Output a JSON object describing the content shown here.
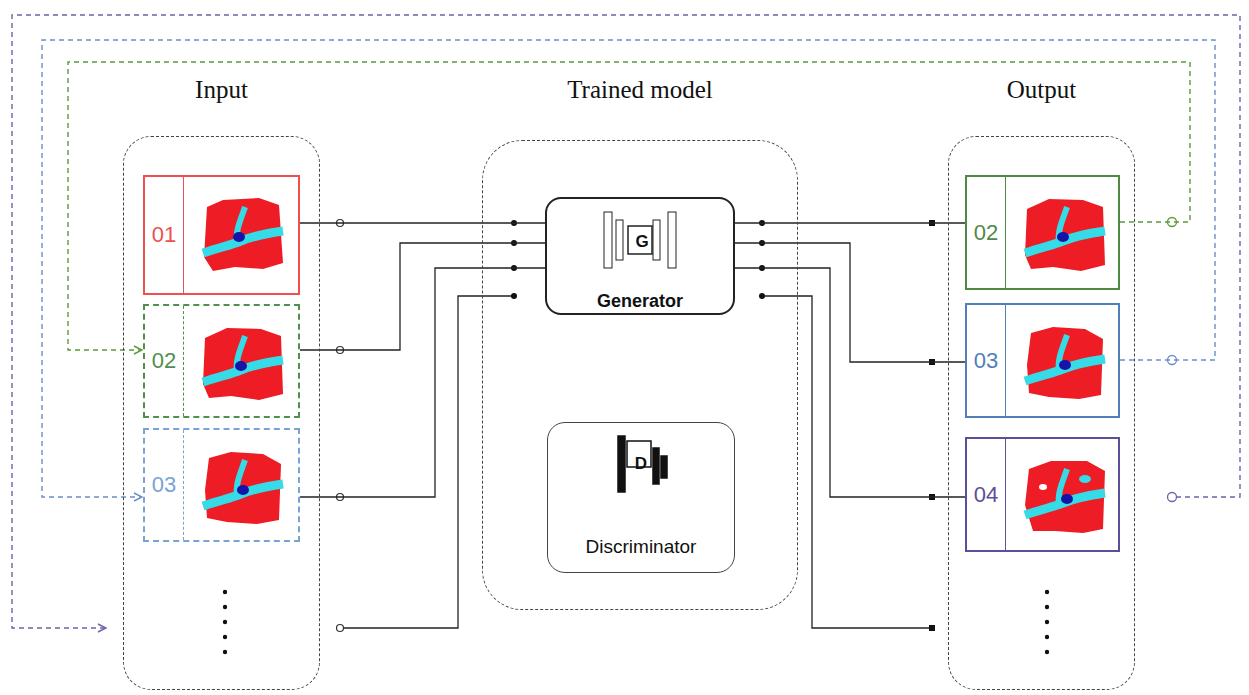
{
  "diagram": {
    "nodes": [
      {
        "text": [
          "Input"
        ]
      },
      {
        "text": [
          "01"
        ],
        "in": 0
      },
      {
        "text": [
          "02"
        ],
        "in": 0
      },
      {
        "text": [
          "03"
        ],
        "in": 0
      },
      {
        "text": [
          "Trained model"
        ]
      },
      {
        "text": [
          "G",
          "Generator"
        ],
        "in": 4
      },
      {
        "text": [
          "D",
          "Discriminator"
        ],
        "in": 4
      },
      {
        "text": [
          "Output"
        ]
      },
      {
        "text": [
          "02"
        ],
        "in": 7
      },
      {
        "text": [
          "03"
        ],
        "in": 7
      },
      {
        "text": [
          "04"
        ],
        "in": 7
      }
    ],
    "edges": [
      {
        "from": 1,
        "to": 5,
        "arrow": "none"
      },
      {
        "from": 2,
        "to": 5,
        "arrow": "none"
      },
      {
        "from": 3,
        "to": 5,
        "arrow": "none"
      },
      {
        "from": 5,
        "to": 8,
        "arrow": "none"
      },
      {
        "from": 5,
        "to": 9,
        "arrow": "none"
      },
      {
        "from": 5,
        "to": 10,
        "arrow": "none"
      },
      {
        "from": 8,
        "to": 2,
        "arrow": "to"
      },
      {
        "from": 9,
        "to": 3,
        "arrow": "to"
      }
    ]
  }
}
